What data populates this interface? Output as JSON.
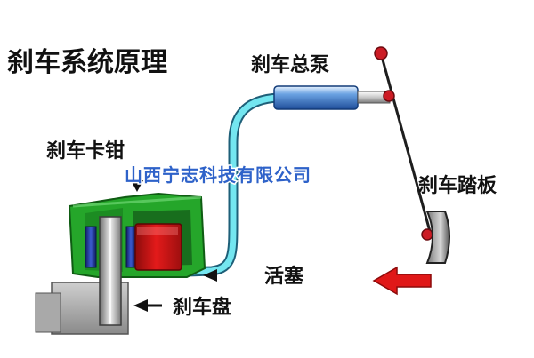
{
  "title": "刹车系统原理",
  "labels": {
    "master_cylinder": "刹车总泵",
    "caliper": "刹车卡钳",
    "pedal": "刹车踏板",
    "piston": "活塞",
    "disc": "刹车盘"
  },
  "watermark": "山西宁志科技有限公司",
  "colors": {
    "brake_line": "#74e6f0",
    "caliper_body": "#25a62a",
    "piston": "#d81616",
    "pad": "#223a9e",
    "pedal_pivot": "#cc1b24",
    "arrow": "#e01818",
    "watermark": "#2e62c9"
  }
}
